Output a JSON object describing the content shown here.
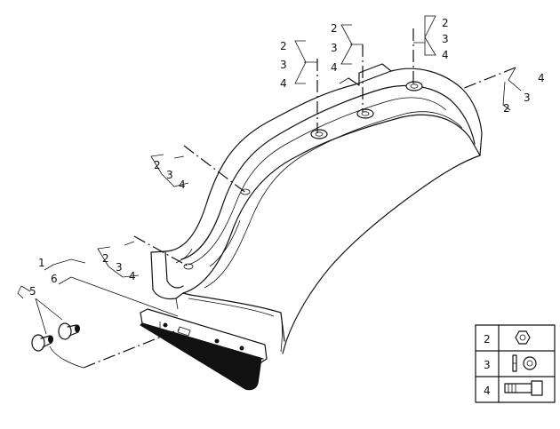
{
  "callouts": [
    {
      "id": "c1",
      "labels": [
        "2",
        "3",
        "4"
      ]
    },
    {
      "id": "c2",
      "labels": [
        "2",
        "3",
        "4"
      ]
    },
    {
      "id": "c3",
      "labels": [
        "2",
        "3",
        "4"
      ]
    },
    {
      "id": "c4",
      "labels": [
        "2",
        "3",
        "4"
      ]
    },
    {
      "id": "c5",
      "labels": [
        "2",
        "3",
        "4"
      ]
    },
    {
      "id": "c6",
      "labels": [
        "2",
        "3",
        "4"
      ]
    }
  ],
  "assembly": {
    "label_1": "1",
    "label_5": "5",
    "label_6": "6"
  },
  "legend": {
    "rows": [
      {
        "number": "2",
        "icon": "hex-nut-icon"
      },
      {
        "number": "3",
        "icon": "washer-icon"
      },
      {
        "number": "4",
        "icon": "bolt-icon"
      }
    ]
  }
}
